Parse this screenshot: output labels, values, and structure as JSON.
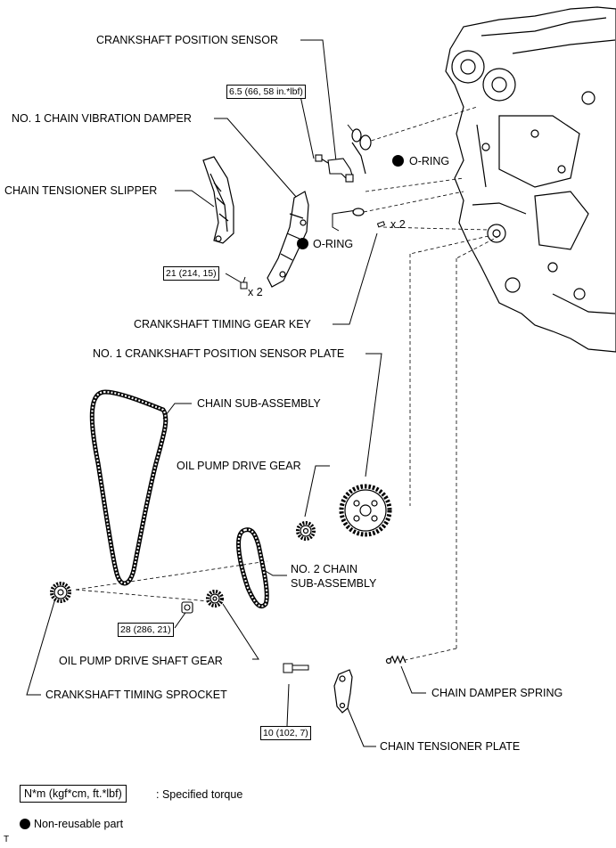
{
  "labels": {
    "crankshaft_position_sensor": "CRANKSHAFT POSITION SENSOR",
    "no1_chain_vibration_damper": "NO. 1 CHAIN VIBRATION DAMPER",
    "chain_tensioner_slipper": "CHAIN TENSIONER SLIPPER",
    "o_ring_1": "O-RING",
    "o_ring_2": "O-RING",
    "x2_key": "x 2",
    "x2_bolt": "x 2",
    "crankshaft_timing_gear_key": "CRANKSHAFT TIMING GEAR KEY",
    "no1_crankshaft_position_sensor_plate": "NO. 1 CRANKSHAFT POSITION SENSOR PLATE",
    "chain_sub_assembly": "CHAIN SUB-ASSEMBLY",
    "oil_pump_drive_gear": "OIL PUMP DRIVE GEAR",
    "no2_chain_line1": "NO. 2 CHAIN",
    "no2_chain_line2": "SUB-ASSEMBLY",
    "oil_pump_drive_shaft_gear": "OIL PUMP DRIVE SHAFT GEAR",
    "crankshaft_timing_sprocket": "CRANKSHAFT TIMING SPROCKET",
    "chain_damper_spring": "CHAIN DAMPER SPRING",
    "chain_tensioner_plate": "CHAIN TENSIONER PLATE"
  },
  "torques": {
    "sensor": "6.5 (66, 58 in.*lbf)",
    "damper_bolt": "21 (214, 15)",
    "oil_pump_nut": "28 (286, 21)",
    "tensioner_bolt": "10 (102, 7)"
  },
  "legend": {
    "torque_box": "N*m (kgf*cm, ft.*lbf)",
    "torque_text": ": Specified torque",
    "nonreusable_text": "Non-reusable part"
  },
  "corner_mark": "T"
}
